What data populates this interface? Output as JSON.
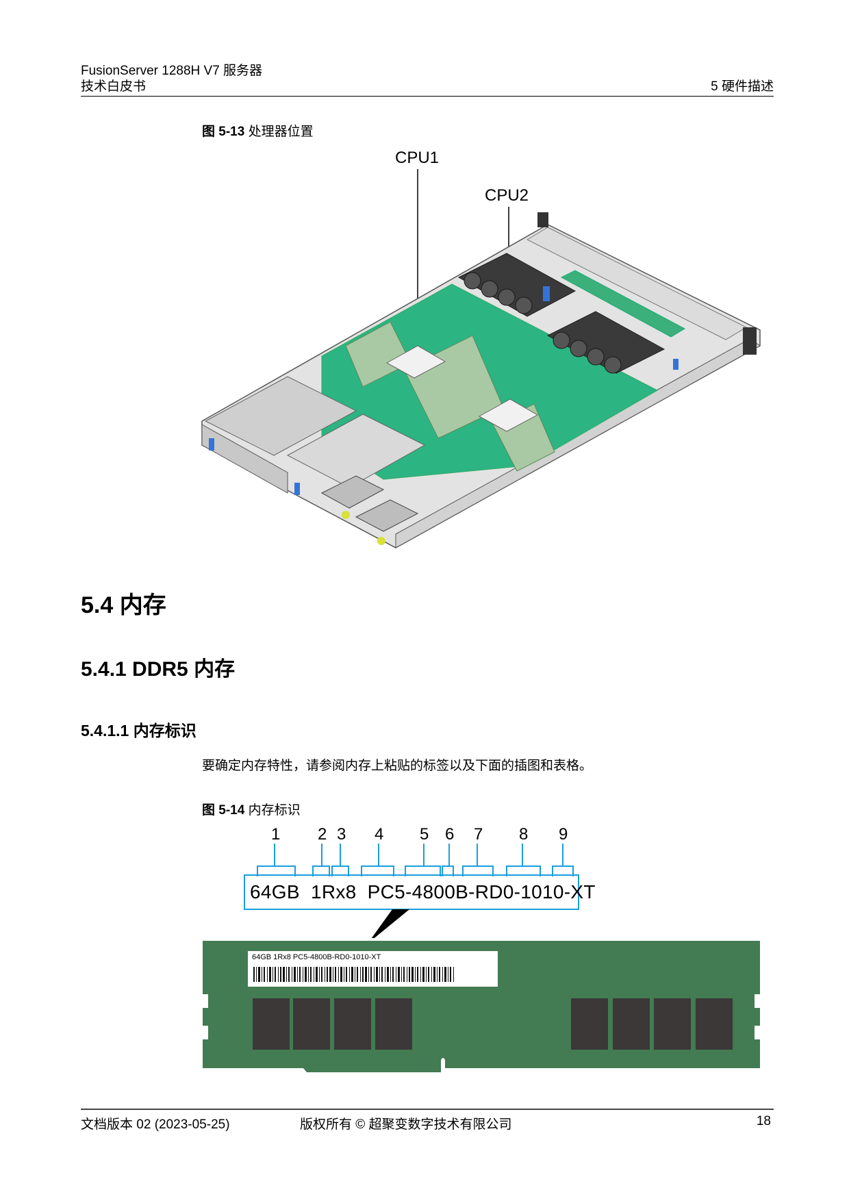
{
  "header": {
    "product": "FusionServer 1288H V7 服务器",
    "doc_type": "技术白皮书",
    "chapter": "5 硬件描述"
  },
  "figure_5_13": {
    "number": "图 5-13",
    "title": "处理器位置",
    "callouts": [
      "CPU1",
      "CPU2"
    ]
  },
  "sections": {
    "h1": "5.4 内存",
    "h2": "5.4.1 DDR5 内存",
    "h3": "5.4.1.1 内存标识"
  },
  "paragraph": "要确定内存特性，请参阅内存上粘贴的标签以及下面的插图和表格。",
  "figure_5_14": {
    "number": "图 5-14",
    "title": "内存标识",
    "callout_numbers": [
      "1",
      "2",
      "3",
      "4",
      "5",
      "6",
      "7",
      "8",
      "9"
    ],
    "label_code": "64GB  1Rx8  PC5-4800B-RD0-1010-XT",
    "sticker_text": "64GB 1Rx8 PC5-4800B-RD0-1010-XT",
    "callout_color": "#1a9ee0",
    "pcb_color": "#437b52",
    "chip_color": "#3b3837"
  },
  "footer": {
    "version": "文档版本 02 (2023-05-25)",
    "copyright": "版权所有 © 超聚变数字技术有限公司",
    "page_number": "18"
  }
}
